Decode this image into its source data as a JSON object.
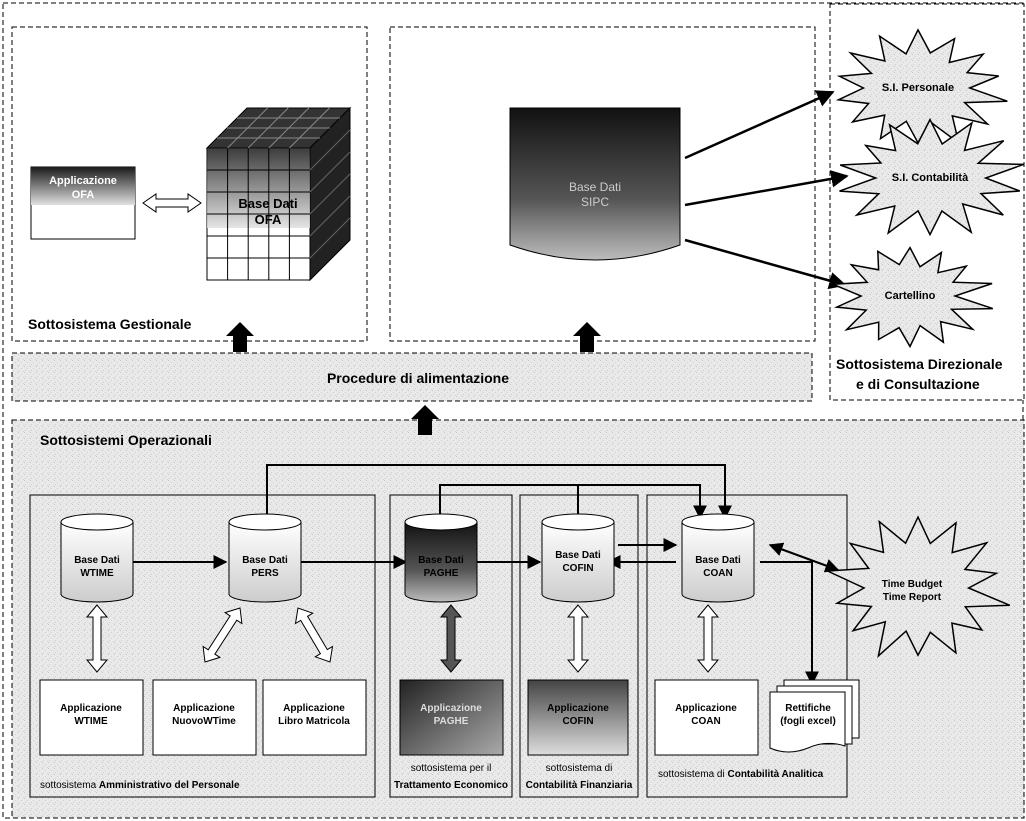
{
  "sections": {
    "gestionale": "Sottosistema Gestionale",
    "direzionale_line1": "Sottosistema Direzionale",
    "direzionale_line2": "e di Consultazione",
    "procedure": "Procedure di alimentazione",
    "operazionali": "Sottosistemi Operazionali"
  },
  "top": {
    "app_ofa": [
      "Applicazione",
      "OFA"
    ],
    "db_ofa": [
      "Base Dati",
      "OFA"
    ],
    "db_sipc": [
      "Base Dati",
      "SIPC"
    ]
  },
  "outputs": {
    "personale": "S.I. Personale",
    "contabilita": "S.I. Contabilità",
    "cartellino": "Cartellino"
  },
  "databases": {
    "wtime": [
      "Base Dati",
      "WTIME"
    ],
    "pers": [
      "Base Dati",
      "PERS"
    ],
    "paghe": [
      "Base Dati",
      "PAGHE"
    ],
    "cofin": [
      "Base Dati",
      "COFIN"
    ],
    "coan": [
      "Base Dati",
      "COAN"
    ]
  },
  "applications": {
    "wtime": [
      "Applicazione",
      "WTIME"
    ],
    "nuovowtime": [
      "Applicazione",
      "NuovoWTime"
    ],
    "libro": [
      "Applicazione",
      "Libro Matricola"
    ],
    "paghe": [
      "Applicazione",
      "PAGHE"
    ],
    "cofin": [
      "Applicazione",
      "COFIN"
    ],
    "coan": [
      "Applicazione",
      "COAN"
    ]
  },
  "rettifiche": [
    "Rettifiche",
    "(fogli excel)"
  ],
  "time_budget": [
    "Time Budget",
    "Time Report"
  ],
  "subsystems": {
    "amministrativo_prefix": "sottosistema ",
    "amministrativo_bold": "Amministrativo del Personale",
    "trattamento_line1": "sottosistema per il",
    "trattamento_line2": "Trattamento Economico",
    "finanziaria_line1": "sottosistema di",
    "finanziaria_line2": "Contabilità Finanziaria",
    "analitica_prefix": "sottosistema di ",
    "analitica_bold": "Contabilità Analitica"
  }
}
